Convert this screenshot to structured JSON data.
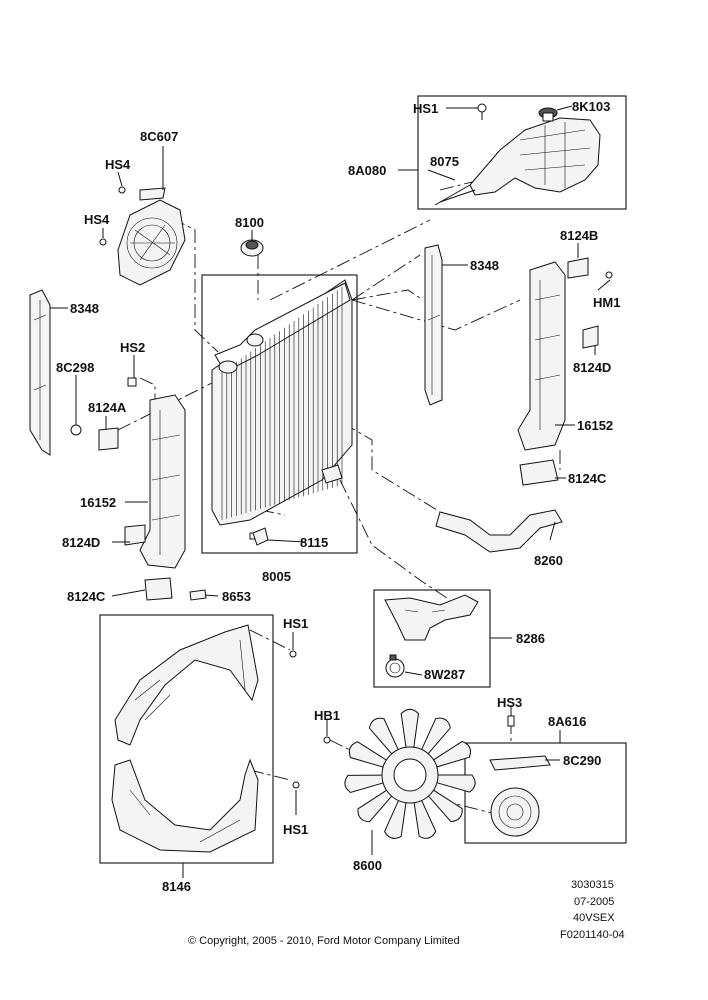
{
  "parts": {
    "hs1_top": "HS1",
    "p8K103": "8K103",
    "p8A080": "8A080",
    "p8075": "8075",
    "p8C607": "8C607",
    "hs4_a": "HS4",
    "hs4_b": "HS4",
    "p8100": "8100",
    "p8124B": "8124B",
    "p8348_right": "8348",
    "hm1": "HM1",
    "p8348_left": "8348",
    "hs2": "HS2",
    "p8C298": "8C298",
    "p8124A": "8124A",
    "p8124D_right": "8124D",
    "p16152_right": "16152",
    "p8124C_right": "8124C",
    "p16152_left": "16152",
    "p8124D_left": "8124D",
    "p8115": "8115",
    "p8005": "8005",
    "p8260": "8260",
    "p8124C_left": "8124C",
    "p8653": "8653",
    "hs1_mid": "HS1",
    "p8286": "8286",
    "p8W287": "8W287",
    "hb1": "HB1",
    "hs3": "HS3",
    "p8A616": "8A616",
    "p8C290": "8C290",
    "hs1_low": "HS1",
    "p8600": "8600",
    "p8146": "8146"
  },
  "footer": {
    "code1": "3030315",
    "code2": "07-2005",
    "code3": "40VSEX",
    "code4": "F0201140-04",
    "copyright": "© Copyright, 2005 - 2010, Ford Motor Company Limited"
  }
}
